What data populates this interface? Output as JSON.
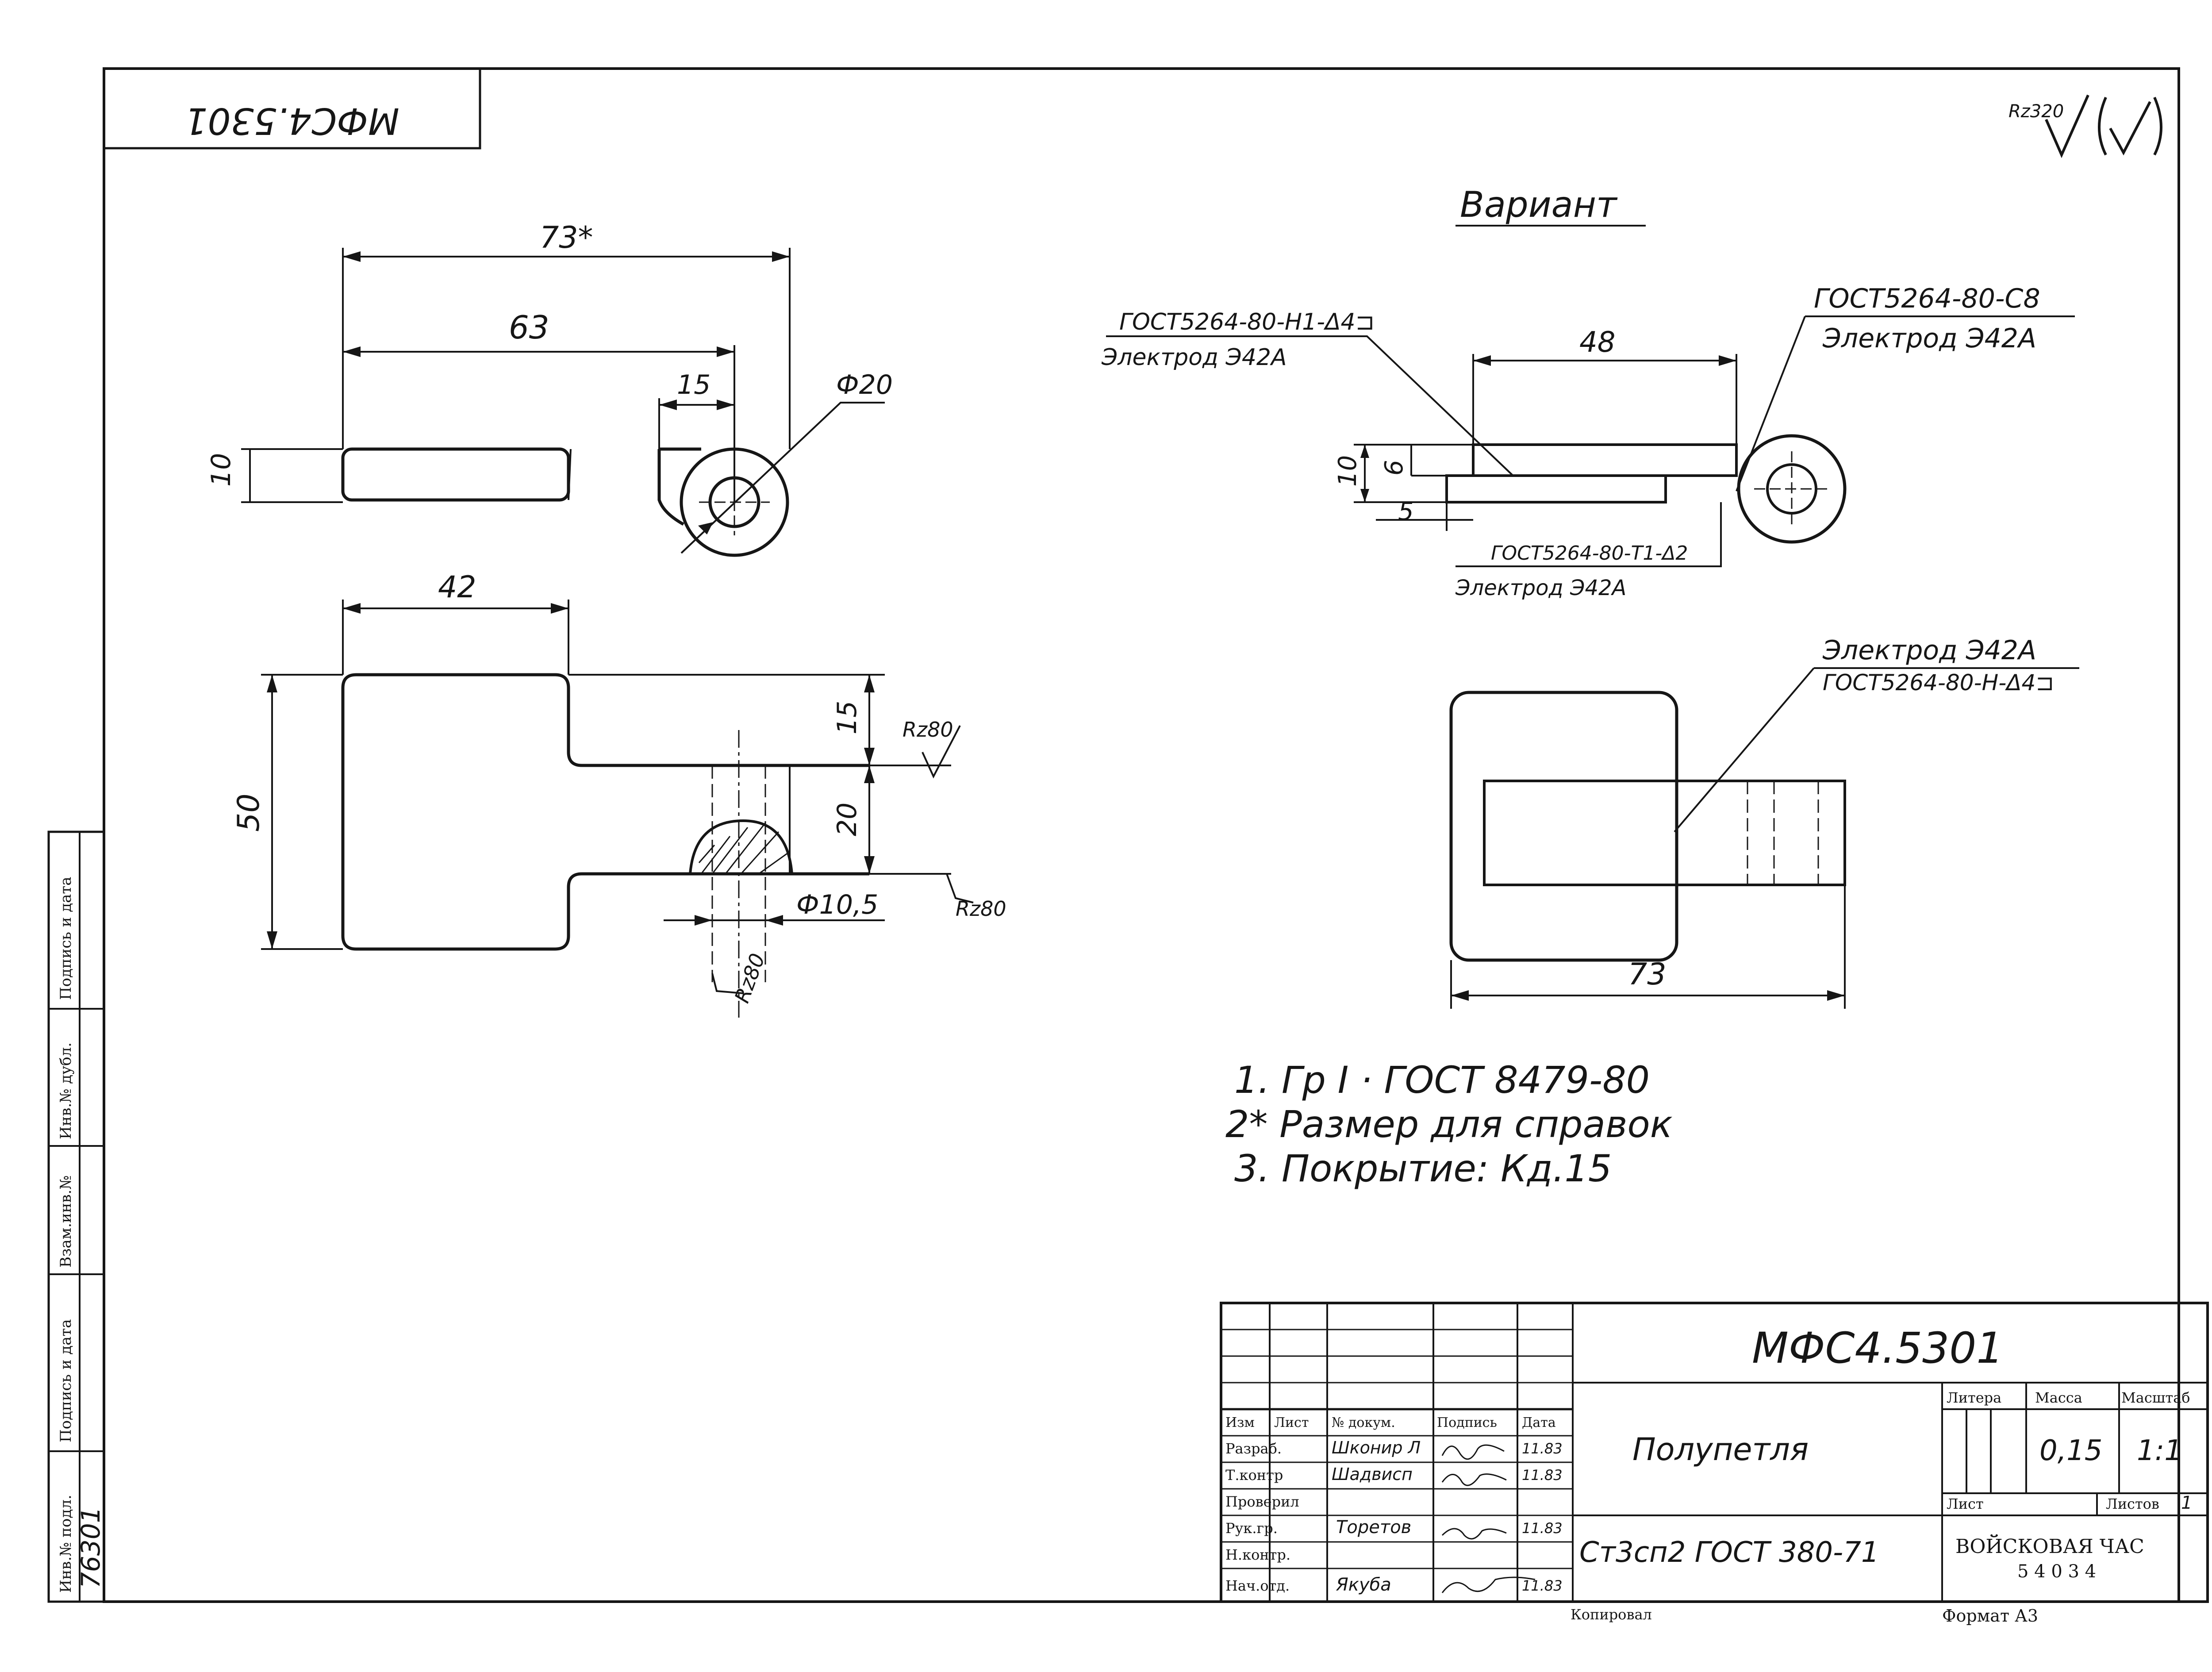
{
  "document": {
    "code": "МФС4.5301",
    "code_mirrored": "МФС4.5301",
    "surface_roughness_general": "Rz320",
    "variant_title": "Вариант"
  },
  "view_top": {
    "dim_overall": "73*",
    "dim_63": "63",
    "dim_15": "15",
    "dim_thickness": "10",
    "dim_hole": "Ф20"
  },
  "view_plan": {
    "dim_42": "42",
    "dim_50": "50",
    "dim_15": "15",
    "dim_20": "20",
    "dim_hole": "Ф10,5",
    "rough_1": "Rz80",
    "rough_2": "Rz80",
    "rough_3": "Rz80"
  },
  "variant_side": {
    "weld_left_std": "ГОСТ5264-80-Н1-Δ4⊐",
    "weld_left_electrode": "Электрод Э42А",
    "weld_right_std": "ГОСТ5264-80-С8",
    "weld_right_electrode": "Электрод Э42А",
    "weld_bottom_std": "ГОСТ5264-80-Т1-Δ2",
    "weld_bottom_electrode": "Электрод Э42А",
    "dim_48": "48",
    "dim_10": "10",
    "dim_6": "6",
    "dim_5": "5"
  },
  "variant_plan": {
    "weld_electrode": "Электрод Э42А",
    "weld_std": "ГОСТ5264-80-Н-Δ4⊐",
    "dim_73": "73"
  },
  "notes": [
    "1. Гр I · ГОСТ 8479-80",
    "2* Размер для справок",
    "3. Покрытие: Кд.15"
  ],
  "title_block": {
    "designation": "МФС4.5301",
    "part_name": "Полупетля",
    "material": "Ст3сп2 ГОСТ 380-71",
    "col_izm": "Изм",
    "col_list": "Лист",
    "col_doc": "№ докум.",
    "col_sign": "Подпись",
    "col_date": "Дата",
    "roles": [
      "Разраб.",
      "Т.контр",
      "Проверил",
      "Рук.гр.",
      "Н.контр.",
      "Нач.отд."
    ],
    "names": [
      "Шконир Л",
      "Шадвисп",
      "",
      "Торетов",
      "",
      "Якуба"
    ],
    "dates": [
      "11.83",
      "11.83",
      "",
      "11.83",
      "",
      "11.83"
    ],
    "litera_label": "Литера",
    "mass_label": "Масса",
    "scale_label": "Масштаб",
    "mass": "0,15",
    "scale": "1:1",
    "sheet_label": "Лист",
    "sheets_label": "Листов",
    "sheets": "1",
    "org_line1": "ВОЙСКОВАЯ ЧАС",
    "org_line2": "5 4 0 3 4",
    "copied_label": "Копировал",
    "format_label": "Формат А3"
  },
  "side_strip": {
    "labels": [
      "Подпись и дата",
      "Инв.№ дубл.",
      "Взам.инв.№",
      "Подпись и дата",
      "Инв.№ подл."
    ],
    "inv_number": "76301"
  }
}
